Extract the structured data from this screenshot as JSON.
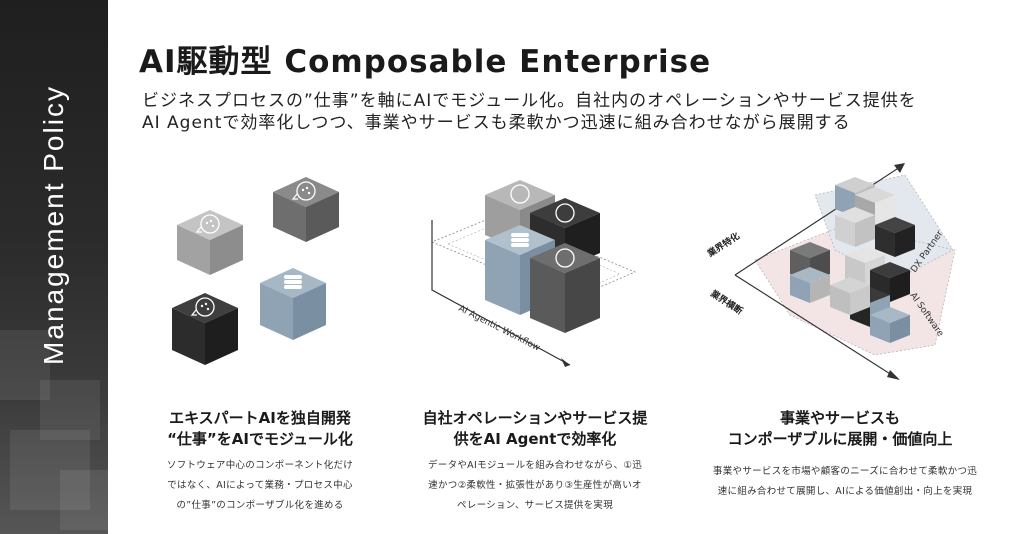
{
  "sidebar": {
    "label": "Management Policy"
  },
  "header": {
    "title": "AI駆動型 Composable Enterprise",
    "subtitle_lines": [
      "ビジネスプロセスの”仕事”を軸にAIでモジュール化。自社内のオペレーションやサービス提供を",
      "AI Agentで効率化しつつ、事業やサービスも柔軟かつ迅速に組み合わせながら展開する"
    ]
  },
  "columns": [
    {
      "heading_lines": [
        "エキスパートAIを独自開発",
        "“仕事”をAIでモジュール化"
      ],
      "body_lines": [
        "ソフトウェア中心のコンポーネント化だけ",
        "ではなく、AIによって業務・プロセス中心",
        "の”仕事”のコンポーザブル化を進める"
      ]
    },
    {
      "heading_lines": [
        "自社オペレーションやサービス提",
        "供をAI Agentで効率化"
      ],
      "body_lines": [
        "データやAIモジュールを組み合わせながら、①迅",
        "速かつ②柔軟性・拡張性があり③生産性が高いオ",
        "ペレーション、サービス提供を実現"
      ],
      "diagram_label": "AI Agentic Workflow"
    },
    {
      "heading_lines": [
        "事業やサービスも",
        "コンポーザブルに展開・価値向上"
      ],
      "body_lines": [
        "事業やサービスを市場や顧客のニーズに合わせて柔軟かつ迅",
        "速に組み合わせて展開し、AIによる価値創出・向上を実現"
      ],
      "axis_labels": {
        "vertical_specialization": "業界特化",
        "cross_industry": "業界横断",
        "dx_partner": "DX Partner",
        "ai_software": "AI Software"
      }
    }
  ],
  "colors": {
    "cube_light_gray": "#9a9a9a",
    "cube_mid_gray": "#707070",
    "cube_dark": "#2e2e2e",
    "cube_blue": "#8fa3b5",
    "area_pink": "#f3e4e6",
    "area_blue": "#e3e8ee"
  }
}
